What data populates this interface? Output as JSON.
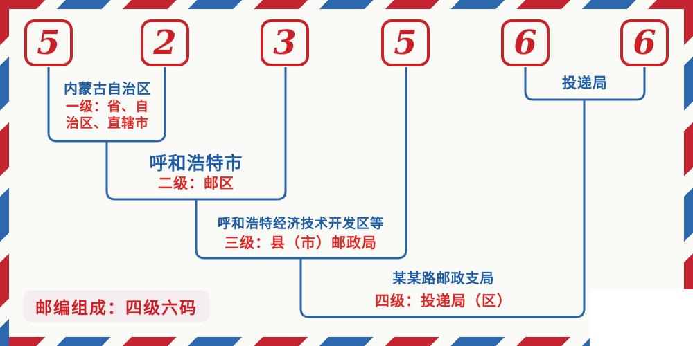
{
  "postal_code": {
    "digits": [
      "5",
      "2",
      "3",
      "5",
      "6",
      "6"
    ]
  },
  "levels": [
    {
      "name": "内蒙古自治区",
      "desc1": "一级：省、自",
      "desc2": "治区、直辖市"
    },
    {
      "name": "呼和浩特市",
      "desc1": "二级：邮区"
    },
    {
      "name": "呼和浩特经济技术开发区等",
      "desc1": "三级：县（市）邮政局"
    },
    {
      "name": "某某路邮政支局",
      "desc1": "四级：投递局（区）"
    }
  ],
  "delivery_office_label": "投递局",
  "footer_note": "邮编组成：四级六码",
  "colors": {
    "stripe_red": "#c32430",
    "stripe_blue": "#2d68ae",
    "digit_red": "#cb2026",
    "text_blue": "#1d5ba4",
    "text_red": "#dd2a28",
    "line_blue": "#2b64a8",
    "background": "#fafaf6",
    "pill_background": "#f5edf0"
  }
}
